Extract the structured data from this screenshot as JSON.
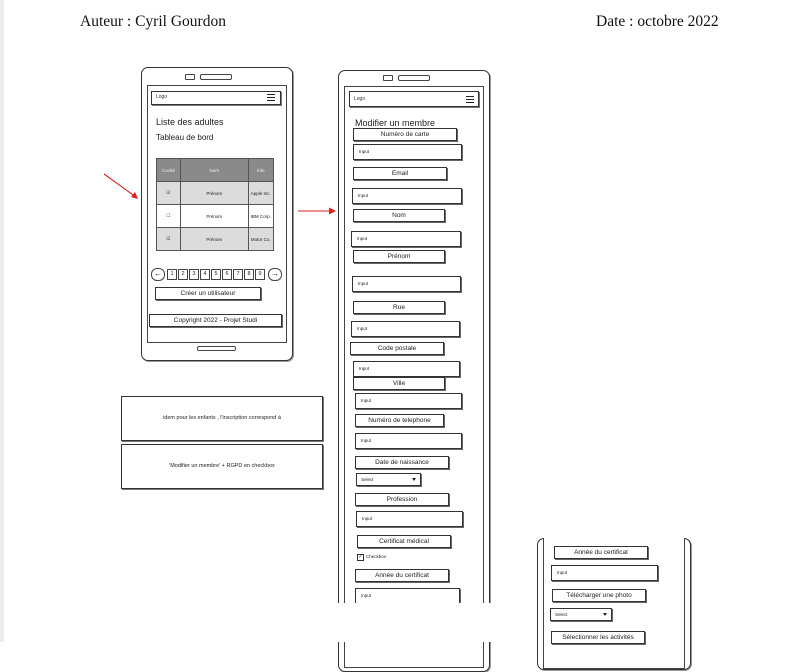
{
  "header": {
    "author": "Auteur : Cyril Gourdon",
    "date": "Date : octobre 2022"
  },
  "phone1": {
    "logo": "Logo",
    "title_line1": "Liste des adultes",
    "title_line2": "Tableau de bord",
    "table": {
      "headers": [
        "Coché",
        "Nom",
        "Info"
      ],
      "rows": [
        {
          "check": "☑",
          "name": "Prénom",
          "info": "Apple Inc."
        },
        {
          "check": "☐",
          "name": "Prénom",
          "info": "IBM Corp."
        },
        {
          "check": "☑",
          "name": "Prénom",
          "info": "Motor Co."
        }
      ]
    },
    "pager": {
      "prev": "←",
      "pages": [
        "1",
        "2",
        "3",
        "4",
        "5",
        "6",
        "7",
        "8",
        "9"
      ],
      "next": "→"
    },
    "create_button": "Créer un utilisateur",
    "footer": "Copyright 2022 - Projet Studi"
  },
  "notes": {
    "note1": "idem pour les enfants , l'inscription correspond à",
    "note2": "'Modifier un membre' + RGPD en checkbox"
  },
  "phone2": {
    "logo": "Logo",
    "title": "Modifier un membre",
    "input_placeholder": "Input",
    "select_placeholder": "Select",
    "fields": {
      "card_number": "Numéro de carte",
      "email": "Email",
      "lastname": "Nom",
      "firstname": "Prénom",
      "street": "Rue",
      "postal_code": "Code postale",
      "city": "Ville",
      "phone": "Numéro de telephone",
      "birthdate": "Date de naissance",
      "profession": "Profession",
      "medical_cert": "Certificat médical",
      "checkbox": "Checkbox",
      "cert_year": "Année du certificat"
    }
  },
  "phone3": {
    "cert_year": "Année du certificat",
    "input_placeholder": "Input",
    "upload_photo": "Télécharger une photo",
    "select_placeholder": "Select",
    "select_activities": "Sélectionner les activités"
  }
}
